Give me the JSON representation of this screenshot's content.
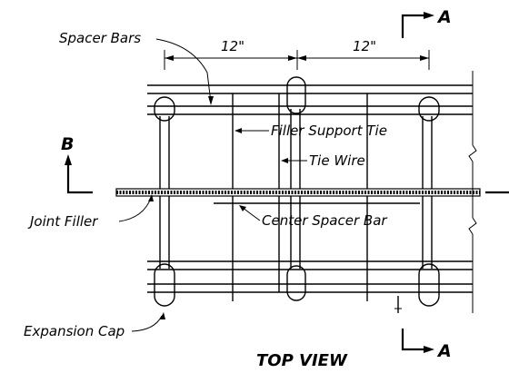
{
  "labels": {
    "spacer_bars": "Spacer Bars",
    "filler_support_tie": "Filler Support Tie",
    "tie_wire": "Tie Wire",
    "joint_filler": "Joint Filler",
    "center_spacer_bar": "Center Spacer Bar",
    "expansion_cap": "Expansion Cap"
  },
  "dimensions": {
    "left": "12\"",
    "right": "12\""
  },
  "sections": {
    "top_marker": "A",
    "bottom_marker": "A",
    "side_marker": "B"
  },
  "title": "TOP VIEW"
}
